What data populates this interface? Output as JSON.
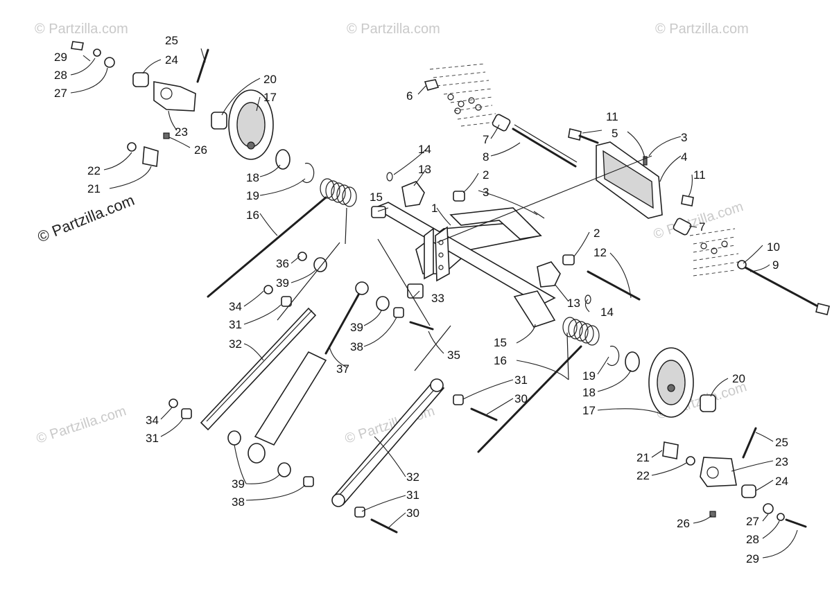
{
  "watermark": {
    "text": "© Partzilla.com",
    "color_light": "#c9c9c9",
    "color_dark": "#222222"
  },
  "callouts": {
    "c1": "1",
    "c2a": "2",
    "c2b": "2",
    "c3a": "3",
    "c3b": "3",
    "c4": "4",
    "c5": "5",
    "c6": "6",
    "c7a": "7",
    "c7b": "7",
    "c8": "8",
    "c9": "9",
    "c10": "10",
    "c11a": "11",
    "c11b": "11",
    "c12": "12",
    "c13a": "13",
    "c13b": "13",
    "c14a": "14",
    "c14b": "14",
    "c15a": "15",
    "c15b": "15",
    "c16a": "16",
    "c16b": "16",
    "c17a": "17",
    "c17b": "17",
    "c18a": "18",
    "c18b": "18",
    "c19a": "19",
    "c19b": "19",
    "c20a": "20",
    "c20b": "20",
    "c21a": "21",
    "c21b": "21",
    "c22a": "22",
    "c22b": "22",
    "c23a": "23",
    "c23b": "23",
    "c24a": "24",
    "c24b": "24",
    "c25a": "25",
    "c25b": "25",
    "c26a": "26",
    "c26b": "26",
    "c27a": "27",
    "c27b": "27",
    "c28a": "28",
    "c28b": "28",
    "c29a": "29",
    "c29b": "29",
    "c30a": "30",
    "c30b": "30",
    "c31a": "31",
    "c31b": "31",
    "c31c": "31",
    "c31d": "31",
    "c32a": "32",
    "c32b": "32",
    "c33": "33",
    "c34a": "34",
    "c34b": "34",
    "c35": "35",
    "c36": "36",
    "c37": "37",
    "c38a": "38",
    "c38b": "38",
    "c39a": "39",
    "c39b": "39",
    "c39c": "39"
  }
}
